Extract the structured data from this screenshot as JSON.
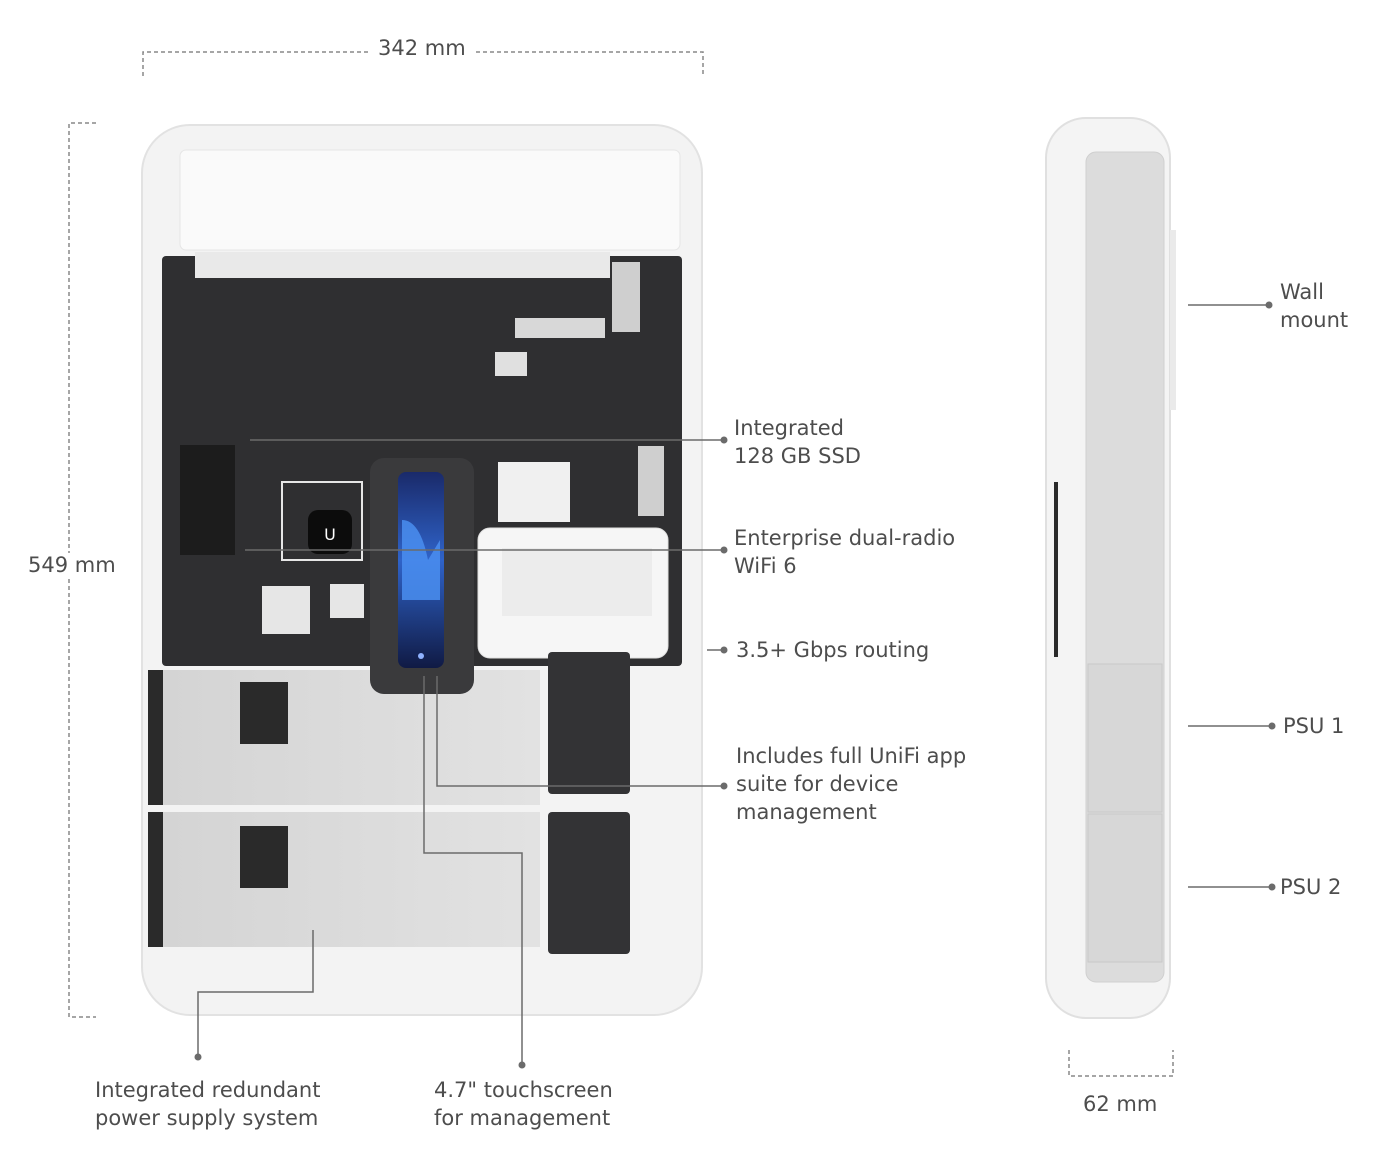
{
  "dimensions": {
    "width": "342 mm",
    "height": "549 mm",
    "depth": "62 mm"
  },
  "callouts": {
    "ssd": "Integrated\n128 GB SSD",
    "wifi": "Enterprise dual-radio\nWiFi 6",
    "routing": "3.5+ Gbps routing",
    "unifi": "Includes full UniFi app\nsuite for device\nmanagement",
    "power": "Integrated redundant\npower supply system",
    "touchscreen": "4.7\" touchscreen\nfor management",
    "wall_mount": "Wall\nmount",
    "psu1": "PSU 1",
    "psu2": "PSU 2"
  },
  "colors": {
    "enclosure": "#f2f2f2",
    "board": "#2e2e30",
    "psu": "#d9d9d9",
    "screen": "#1f3e8f",
    "line": "#6b6b6b"
  }
}
